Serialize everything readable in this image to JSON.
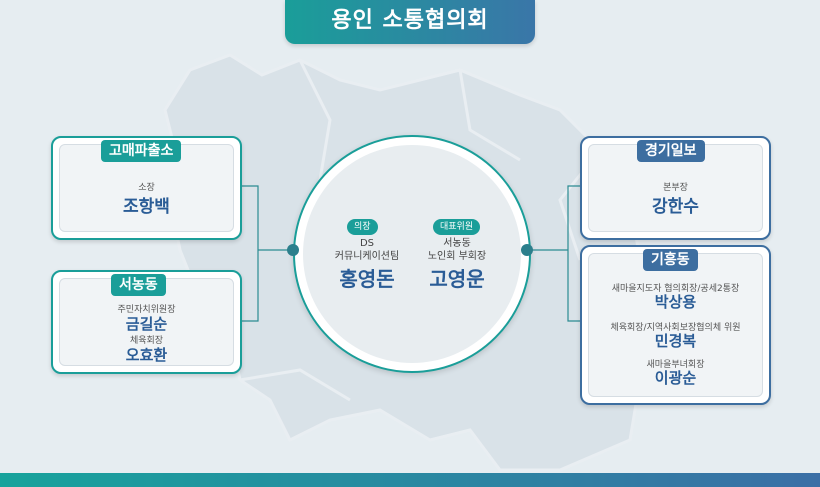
{
  "title": "용인 소통협의회",
  "center": {
    "left": {
      "badge": "의장",
      "line1": "DS",
      "line2": "커뮤니케이션팀",
      "name": "홍영돈"
    },
    "right": {
      "badge": "대표위원",
      "line1": "서농동",
      "line2": "노인회 부회장",
      "name": "고영운"
    }
  },
  "boxes": {
    "gomae": {
      "tag": "고매파출소",
      "role": "소장",
      "name": "조항백"
    },
    "seonong": {
      "tag": "서농동",
      "members": [
        {
          "role": "주민자치위원장",
          "name": "금길순"
        },
        {
          "role": "체육회장",
          "name": "오효환"
        }
      ]
    },
    "gyeonggi": {
      "tag": "경기일보",
      "role": "본부장",
      "name": "강한수"
    },
    "giheung": {
      "tag": "기흥동",
      "members": [
        {
          "role": "새마을지도자 협의회장/공세2통장",
          "name": "박상용"
        },
        {
          "role": "체육회장/지역사회보장협의체 위원",
          "name": "민경복"
        },
        {
          "role": "새마을부녀회장",
          "name": "이광순"
        }
      ]
    }
  },
  "colors": {
    "teal": "#1a9e99",
    "blue": "#3d6ea0",
    "name": "#2a5c96"
  }
}
